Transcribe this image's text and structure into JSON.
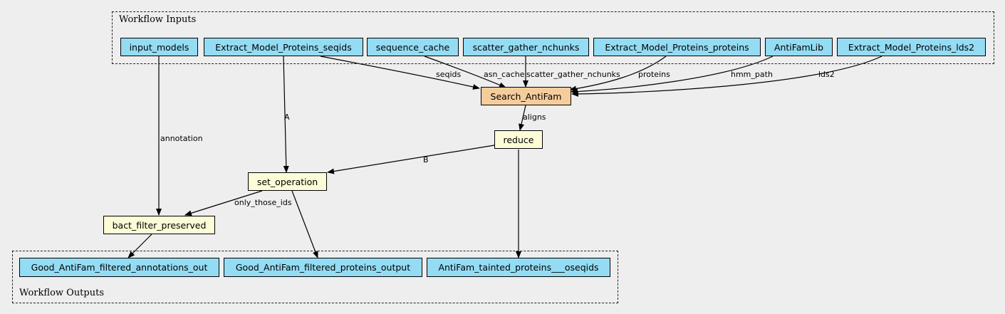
{
  "clusters": {
    "inputs": {
      "label": "Workflow Inputs"
    },
    "outputs": {
      "label": "Workflow Outputs"
    }
  },
  "nodes": {
    "input_models": "input_models",
    "emp_seqids": "Extract_Model_Proteins_seqids",
    "sequence_cache": "sequence_cache",
    "scatter_gather_nchunks": "scatter_gather_nchunks",
    "emp_proteins": "Extract_Model_Proteins_proteins",
    "antifamlib": "AntiFamLib",
    "emp_lds2": "Extract_Model_Proteins_lds2",
    "search_antifam": "Search_AntiFam",
    "reduce": "reduce",
    "set_operation": "set_operation",
    "bact_filter_preserved": "bact_filter_preserved",
    "out_annotations": "Good_AntiFam_filtered_annotations_out",
    "out_proteins": "Good_AntiFam_filtered_proteins_output",
    "out_tainted": "AntiFam_tainted_proteins___oseqids"
  },
  "edge_labels": {
    "seqids": "seqids",
    "asn_cache": "asn_cache",
    "scatter_gather_nchunks": "scatter_gather_nchunks",
    "proteins": "proteins",
    "hmm_path": "hmm_path",
    "lds2": "lds2",
    "aligns": "aligns",
    "A": "A",
    "B": "B",
    "annotation": "annotation",
    "only_those_ids": "only_those_ids"
  },
  "colors": {
    "io_node": "#94dcf4",
    "step_node": "#fcfcd6",
    "tool_node": "#f5cd9d",
    "background": "#eeeeee"
  }
}
